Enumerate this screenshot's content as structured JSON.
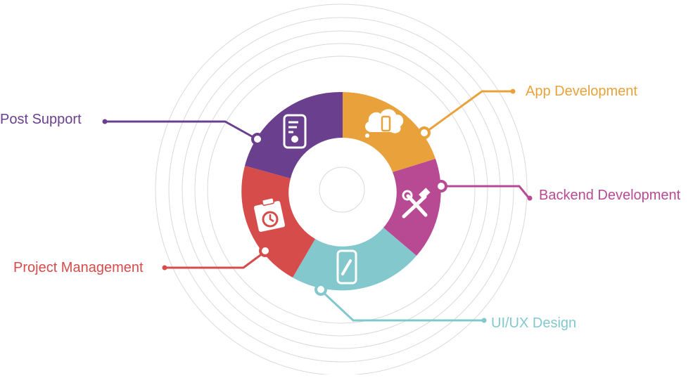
{
  "diagram": {
    "segments": [
      {
        "id": "app-development",
        "label": "App Development",
        "color": "#e9a23b",
        "icon": "chat-bubble-phone-icon"
      },
      {
        "id": "backend-development",
        "label": "Backend Development",
        "color": "#b84a94",
        "icon": "hammer-wrench-icon"
      },
      {
        "id": "ui-ux-design",
        "label": "UI/UX Design",
        "color": "#82c8cd",
        "icon": "phone-pencil-icon"
      },
      {
        "id": "project-management",
        "label": "Project Management",
        "color": "#d64c4a",
        "icon": "clipboard-clock-icon"
      },
      {
        "id": "post-support",
        "label": "Post Support",
        "color": "#6a3f8e",
        "icon": "phone-chart-icon"
      }
    ],
    "ring_color": "#d9d9d9"
  }
}
